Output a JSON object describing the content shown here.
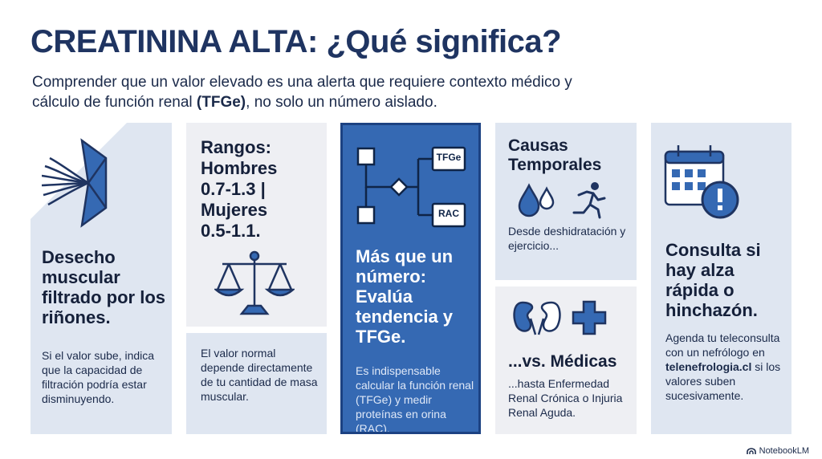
{
  "header": {
    "title": "CREATININA ALTA: ¿Qué significa?",
    "subtitle_pre": "Comprender que un valor elevado es una alerta que requiere contexto médico y cálculo de función renal ",
    "subtitle_bold": "(TFGe)",
    "subtitle_post": ", no solo un número aislado."
  },
  "panel1": {
    "heading": "Desecho muscular filtrado por los riñones.",
    "body": "Si el valor sube, indica que la capacidad de filtración podría estar disminuyendo."
  },
  "panel2": {
    "heading_l1": "Rangos:",
    "heading_l2": "Hombres",
    "heading_l3": "0.7-1.3 |",
    "heading_l4": "Mujeres",
    "heading_l5": "0.5-1.1.",
    "body": "El valor normal depende directamente de tu cantidad de masa muscular."
  },
  "panel3": {
    "tag_top": "TFGe",
    "tag_bottom": "RAC",
    "heading": "Más que un número: Evalúa tendencia y TFGe.",
    "body": "Es indispensable calcular la función renal (TFGe) y medir proteínas en orina (RAC)."
  },
  "panel4": {
    "heading_top": "Causas Temporales",
    "body_top": "Desde deshidratación y ejercicio...",
    "heading_bottom": "...vs. Médicas",
    "body_bottom": "...hasta Enfermedad Renal Crónica o Injuria Renal Aguda."
  },
  "panel5": {
    "heading": "Consulta si hay alza rápida o hinchazón.",
    "body_pre": "Agenda tu teleconsulta con un nefrólogo en ",
    "body_bold": "telenefrologia.cl",
    "body_post": " si los valores suben sucesivamente."
  },
  "footer": {
    "brand": "NotebookLM"
  },
  "icons": [
    "kidney-filter-icon",
    "scale-icon",
    "flowchart-icon",
    "water-drops-icon",
    "running-person-icon",
    "kidneys-icon",
    "medical-cross-icon",
    "calendar-alert-icon",
    "notebooklm-logo-icon"
  ]
}
